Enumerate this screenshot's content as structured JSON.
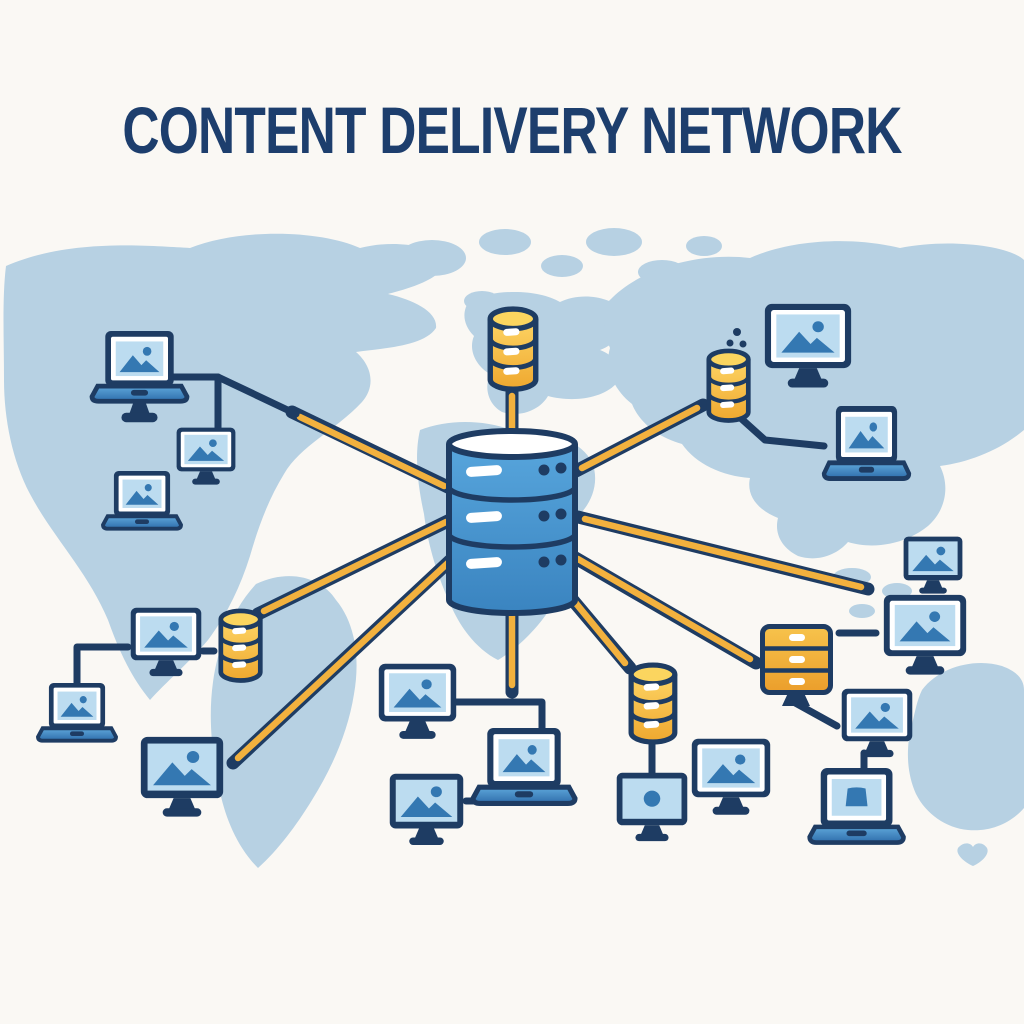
{
  "title": "CONTENT DELIVERY NETWORK",
  "colors": {
    "background": "#faf8f4",
    "navy": "#1e3c63",
    "title": "#1d3e6d",
    "map": "#b7d1e3",
    "screen_blue": "#bcdcf0",
    "image_blue": "#3478b2",
    "cable_yellow": "#f2b13e",
    "white": "#ffffff"
  },
  "diagram": {
    "type": "network-topology",
    "description": "Central origin database distributing image content over a world map to regional mini-caches, server racks, monitors and laptops",
    "center_node": {
      "id": "origin-database",
      "kind": "database-server",
      "tiers": 3,
      "area": "center-of-map"
    },
    "nodes": [
      {
        "id": "cache-above-origin",
        "kind": "mini-cache-cylinder",
        "color": "yellow",
        "area": "europe"
      },
      {
        "id": "na-laptop-on-stand",
        "kind": "laptop-on-stand",
        "screen": "photo",
        "area": "north-america"
      },
      {
        "id": "na-monitor",
        "kind": "monitor",
        "screen": "photo",
        "area": "north-america"
      },
      {
        "id": "na-laptop",
        "kind": "laptop",
        "screen": "photo",
        "area": "north-america"
      },
      {
        "id": "sa-monitor-upper",
        "kind": "monitor",
        "screen": "photo",
        "area": "south-america"
      },
      {
        "id": "sa-laptop",
        "kind": "laptop",
        "screen": "photo",
        "area": "south-america"
      },
      {
        "id": "sa-cache",
        "kind": "mini-cache-cylinder",
        "color": "yellow",
        "area": "south-america"
      },
      {
        "id": "sa-monitor-lower",
        "kind": "monitor",
        "screen": "photo",
        "area": "south-america"
      },
      {
        "id": "atl-monitor",
        "kind": "monitor",
        "screen": "photo",
        "area": "south-atlantic"
      },
      {
        "id": "atl-laptop",
        "kind": "laptop",
        "screen": "photo",
        "area": "south-atlantic"
      },
      {
        "id": "atl-monitor-lower",
        "kind": "monitor",
        "screen": "photo",
        "area": "south-atlantic"
      },
      {
        "id": "io-cache",
        "kind": "mini-cache-cylinder",
        "color": "yellow",
        "area": "indian-ocean"
      },
      {
        "id": "io-monitor-dot",
        "kind": "monitor",
        "screen": "dot",
        "area": "indian-ocean"
      },
      {
        "id": "io-monitor",
        "kind": "monitor",
        "screen": "photo",
        "area": "indian-ocean"
      },
      {
        "id": "as-server-tower",
        "kind": "server-rack",
        "color": "orange",
        "drawers": 3,
        "area": "asia"
      },
      {
        "id": "as-monitor-small",
        "kind": "monitor",
        "screen": "photo",
        "area": "asia"
      },
      {
        "id": "as-monitor-large",
        "kind": "monitor",
        "screen": "photo",
        "area": "asia"
      },
      {
        "id": "as-monitor-lower",
        "kind": "monitor",
        "screen": "photo",
        "area": "asia"
      },
      {
        "id": "as-laptop",
        "kind": "laptop",
        "screen": "app-window",
        "area": "australia"
      },
      {
        "id": "ne-cache",
        "kind": "mini-cache-cylinder",
        "color": "yellow",
        "area": "north-asia"
      },
      {
        "id": "ne-monitor",
        "kind": "monitor",
        "screen": "photo",
        "area": "north-asia"
      },
      {
        "id": "ne-laptop",
        "kind": "laptop",
        "screen": "photo",
        "area": "north-asia"
      },
      {
        "id": "ne-dots",
        "kind": "dots-cluster",
        "area": "north-asia"
      }
    ],
    "edges_from_origin": [
      [
        "origin-database",
        "cache-above-origin"
      ],
      [
        "origin-database",
        "na-junction"
      ],
      [
        "origin-database",
        "sa-cache"
      ],
      [
        "origin-database",
        "sa-monitor-lower"
      ],
      [
        "origin-database",
        "atl-group"
      ],
      [
        "origin-database",
        "io-cache"
      ],
      [
        "origin-database",
        "as-server-tower"
      ],
      [
        "origin-database",
        "as-monitor-large"
      ],
      [
        "origin-database",
        "ne-cache"
      ]
    ],
    "edges_local": [
      [
        "na-laptop-on-stand",
        "na-monitor"
      ],
      [
        "sa-laptop",
        "sa-monitor-upper"
      ],
      [
        "sa-monitor-upper",
        "sa-cache"
      ],
      [
        "atl-monitor",
        "atl-laptop"
      ],
      [
        "atl-monitor-lower",
        "atl-laptop"
      ],
      [
        "io-cache",
        "io-monitor-dot"
      ],
      [
        "as-server-tower",
        "as-monitor-large"
      ],
      [
        "as-server-tower",
        "as-monitor-lower"
      ],
      [
        "as-monitor-small",
        "as-monitor-large"
      ],
      [
        "as-monitor-lower",
        "as-laptop"
      ],
      [
        "ne-cache",
        "ne-laptop"
      ]
    ]
  }
}
